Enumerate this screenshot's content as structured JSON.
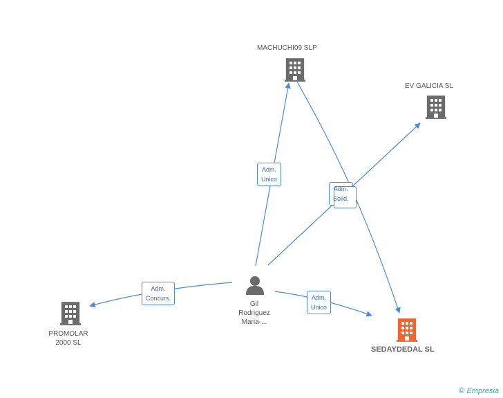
{
  "nodes": {
    "machuchi": {
      "label": "MACHUCHI09 SLP",
      "kind": "company"
    },
    "evgalicia": {
      "label": "EV GALICIA  SL",
      "kind": "company"
    },
    "promolar": {
      "label1": "PROMOLAR",
      "label2": "2000 SL",
      "kind": "company"
    },
    "sedaydedal": {
      "label": "SEDAYDEDAL SL",
      "kind": "company-main"
    },
    "person": {
      "label1": "Gil",
      "label2": "Rodriguez",
      "label3": "Maria-...",
      "kind": "person"
    }
  },
  "edges": {
    "to_machuchi": {
      "line1": "Adm.",
      "line2": "Unico"
    },
    "solid": {
      "line1": "Adm.",
      "line2": "Solid."
    },
    "to_promolar": {
      "line1": "Adm.",
      "line2": "Concurs."
    },
    "to_sedaydedal": {
      "line1": "Adm.",
      "line2": "Unico"
    }
  },
  "colors": {
    "company": "#6b6b6b",
    "main_company": "#f0652f",
    "edge": "#4a8ad6"
  },
  "footer": {
    "copyright": "©",
    "brand": "Empresia"
  }
}
